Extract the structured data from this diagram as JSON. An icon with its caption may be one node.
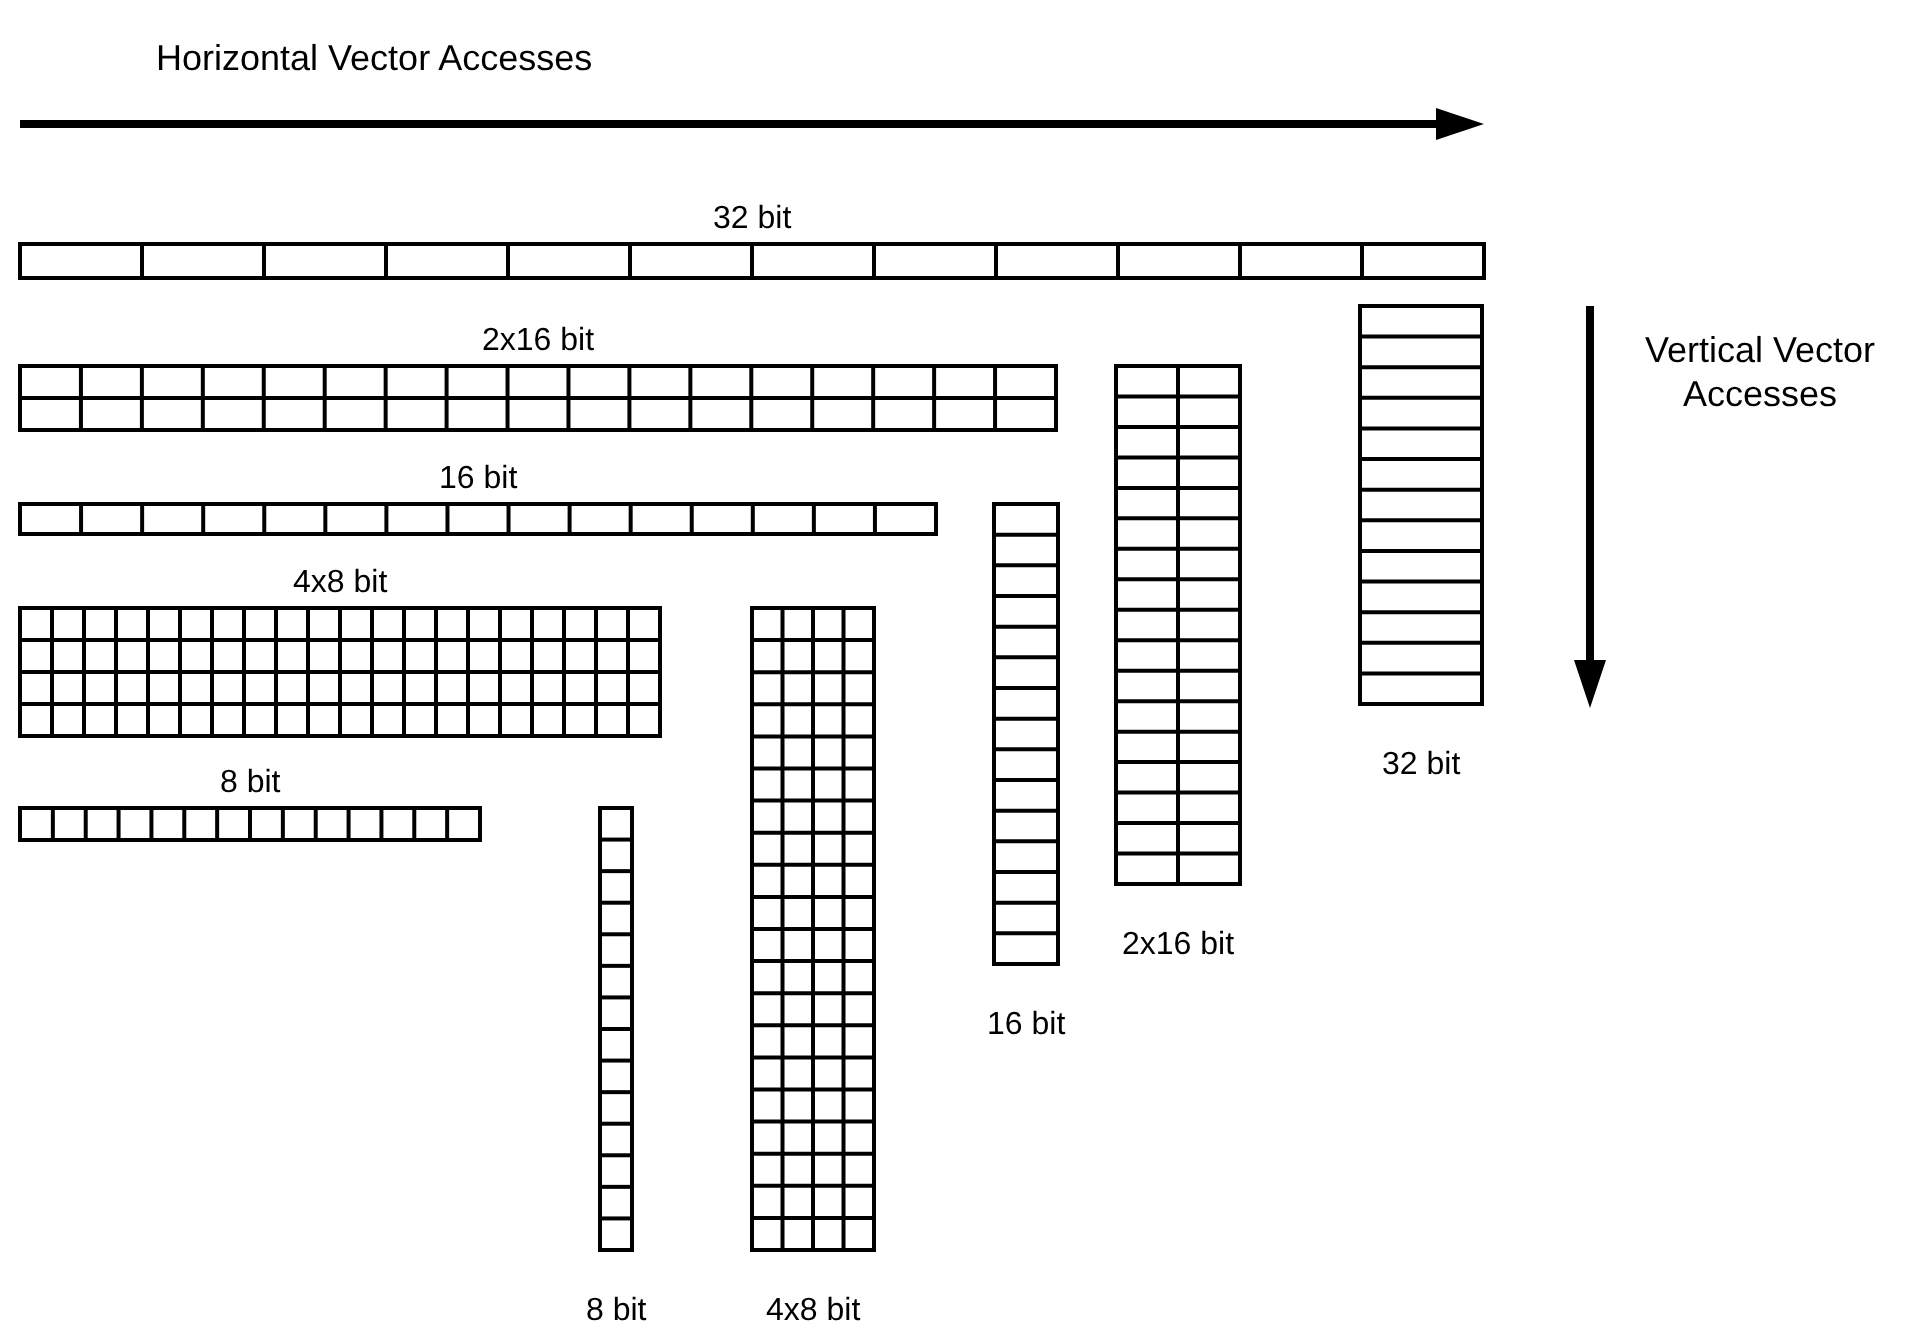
{
  "diagram": {
    "nodes": [
      {
        "text": [
          "32 bit"
        ]
      },
      {
        "text": [
          "2x16 bit"
        ]
      },
      {
        "text": [
          "16 bit"
        ]
      },
      {
        "text": [
          "4x8 bit"
        ]
      },
      {
        "text": [
          "8 bit"
        ]
      },
      {
        "text": [
          "32 bit"
        ]
      },
      {
        "text": [
          "2x16 bit"
        ]
      },
      {
        "text": [
          "16 bit"
        ]
      },
      {
        "text": [
          "4x8 bit"
        ]
      },
      {
        "text": [
          "8 bit"
        ]
      }
    ],
    "labels": [
      "Horizontal Vector Accesses",
      "Vertical Vector Accesses"
    ]
  }
}
